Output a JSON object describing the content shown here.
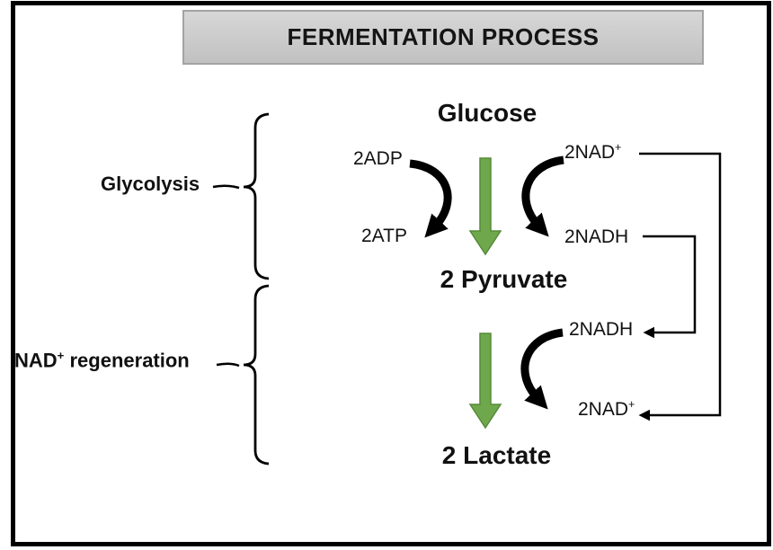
{
  "title": "FERMENTATION PROCESS",
  "molecules": {
    "glucose": "Glucose",
    "pyruvate": "2 Pyruvate",
    "lactate": "2 Lactate",
    "adp": "2ADP",
    "atp": "2ATP",
    "nad_top_base": "2NAD",
    "nad_top_sup": "+",
    "nadh_top": "2NADH",
    "nadh_mid": "2NADH",
    "nad_bottom_base": "2NAD",
    "nad_bottom_sup": "+"
  },
  "section_labels": {
    "glycolysis": "Glycolysis",
    "nad_regen_base": "NAD",
    "nad_regen_sup": "+",
    "nad_regen_rest": " regeneration"
  },
  "colors": {
    "green_arrow_fill": "#6FA84C",
    "green_arrow_border": "#568A38",
    "title_bg_top": "#D7D7D7",
    "title_bg_bottom": "#C1C1C1",
    "title_border": "#A3A3A3",
    "line_black": "#000000",
    "text": "#111111"
  }
}
